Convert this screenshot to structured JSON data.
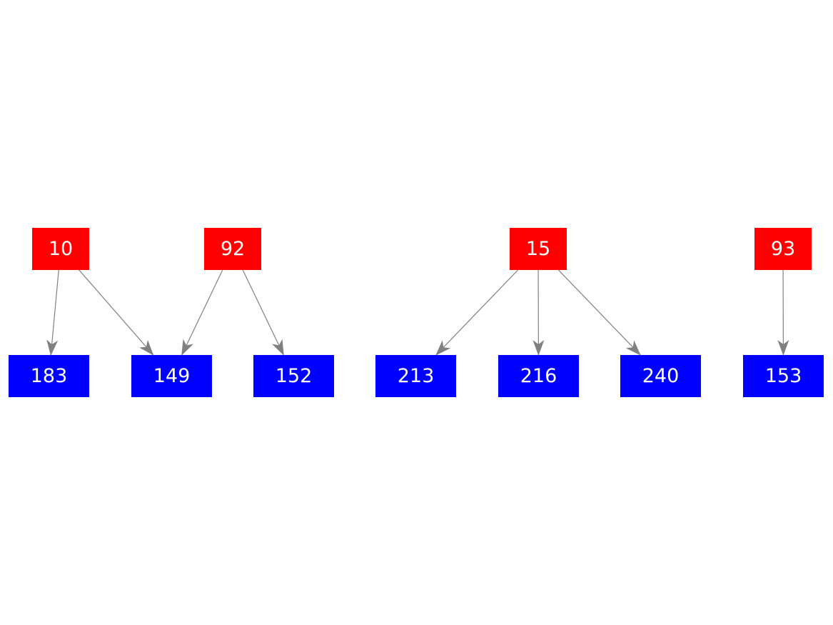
{
  "colors": {
    "source_fill": "#ff0000",
    "target_fill": "#0000ff",
    "label_text": "#ffffff",
    "edge": "#808080"
  },
  "nodes": {
    "n10": {
      "label": "10",
      "group": "source"
    },
    "n92": {
      "label": "92",
      "group": "source"
    },
    "n15": {
      "label": "15",
      "group": "source"
    },
    "n93": {
      "label": "93",
      "group": "source"
    },
    "n183": {
      "label": "183",
      "group": "target"
    },
    "n149": {
      "label": "149",
      "group": "target"
    },
    "n152": {
      "label": "152",
      "group": "target"
    },
    "n213": {
      "label": "213",
      "group": "target"
    },
    "n216": {
      "label": "216",
      "group": "target"
    },
    "n240": {
      "label": "240",
      "group": "target"
    },
    "n153": {
      "label": "153",
      "group": "target"
    }
  },
  "edges": [
    {
      "from": "n10",
      "to": "n183"
    },
    {
      "from": "n10",
      "to": "n149"
    },
    {
      "from": "n92",
      "to": "n149"
    },
    {
      "from": "n92",
      "to": "n152"
    },
    {
      "from": "n15",
      "to": "n213"
    },
    {
      "from": "n15",
      "to": "n216"
    },
    {
      "from": "n15",
      "to": "n240"
    },
    {
      "from": "n93",
      "to": "n153"
    }
  ]
}
